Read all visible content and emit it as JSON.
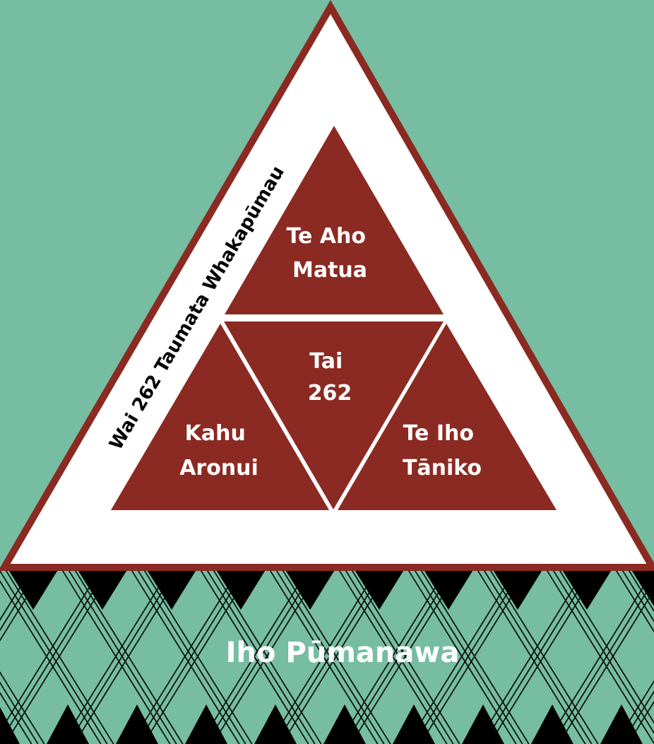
{
  "outer_label": "Wai 262 Taumata Whakapūmau",
  "triangles": {
    "top": {
      "line1": "Te Aho",
      "line2": "Matua"
    },
    "center": {
      "line1": "Tai",
      "line2": "262"
    },
    "left": {
      "line1": "Kahu",
      "line2": "Aronui"
    },
    "right": {
      "line1": "Te Iho",
      "line2": "Tāniko"
    }
  },
  "base_label": "Iho Pūmanawa",
  "colors": {
    "background": "#76BDA1",
    "primary": "#8B2A22",
    "outer_fill": "#FFFFFF",
    "pattern": "#000000",
    "label_dark": "#000000",
    "label_light": "#FFFFFF"
  }
}
